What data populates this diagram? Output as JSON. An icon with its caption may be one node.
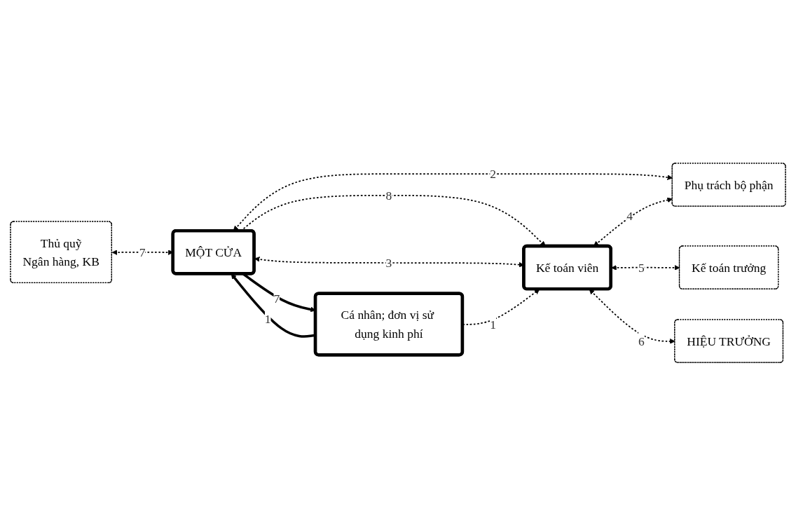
{
  "diagram": {
    "nodes": [
      {
        "text": [
          "Thủ quỹ",
          "Ngân hàng, KB"
        ]
      },
      {
        "text": [
          "Cá nhân; đơn vị sử dụng kinh phí"
        ]
      },
      {
        "text": [
          "MỘT CỬA"
        ]
      },
      {
        "text": [
          "Phụ trách bộ phận"
        ]
      },
      {
        "text": [
          "Kế toán viên"
        ]
      },
      {
        "text": [
          "Kế toán trưởng"
        ]
      },
      {
        "text": [
          "HIỆU TRƯỞNG"
        ]
      }
    ],
    "edges": [
      {
        "from": 1,
        "to": 2,
        "arrow": "to",
        "label": "1",
        "style": "thick"
      },
      {
        "from": 2,
        "to": 1,
        "arrow": "to",
        "label": "7",
        "style": "thick"
      },
      {
        "from": 0,
        "to": 2,
        "arrow": "both",
        "label": "7",
        "style": "dashed"
      },
      {
        "from": 2,
        "to": 3,
        "arrow": "both",
        "label": "2",
        "style": "dashed"
      },
      {
        "from": 2,
        "to": 4,
        "arrow": "to",
        "label": "8",
        "style": "dashed"
      },
      {
        "from": 2,
        "to": 4,
        "arrow": "both",
        "label": "3",
        "style": "dashed"
      },
      {
        "from": 4,
        "to": 3,
        "arrow": "both",
        "label": "4",
        "style": "dashed"
      },
      {
        "from": 1,
        "to": 4,
        "arrow": "to",
        "label": "1",
        "style": "dashed"
      },
      {
        "from": 4,
        "to": 5,
        "arrow": "both",
        "label": "5",
        "style": "dashed"
      },
      {
        "from": 4,
        "to": 6,
        "arrow": "both",
        "label": "6",
        "style": "dashed"
      }
    ]
  }
}
